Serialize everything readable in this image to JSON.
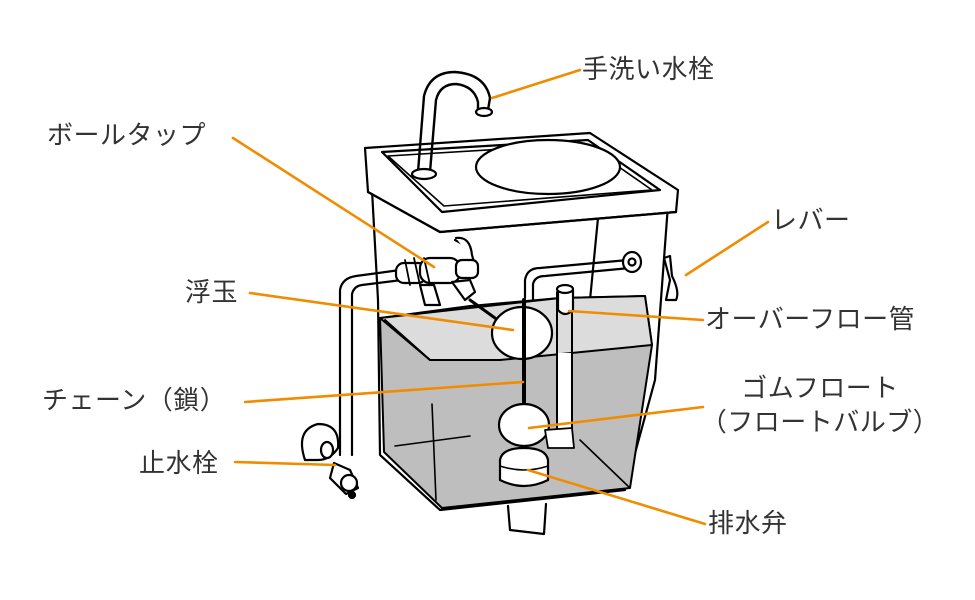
{
  "diagram": {
    "subject": "toilet tank with hand-wash faucet (cutaway)",
    "leader_color": "#F08C00",
    "text_color": "#333333",
    "water_color": "#BEBEBE",
    "water_top_color": "#DCDCDC",
    "labels": [
      {
        "id": "hand-wash-faucet",
        "text": "手洗い水栓"
      },
      {
        "id": "ball-tap",
        "text": "ボールタップ"
      },
      {
        "id": "lever",
        "text": "レバー"
      },
      {
        "id": "float-ball",
        "text": "浮玉"
      },
      {
        "id": "overflow-pipe",
        "text": "オーバーフロー管"
      },
      {
        "id": "chain",
        "text": "チェーン（鎖）"
      },
      {
        "id": "rubber-float",
        "text": "ゴムフロート",
        "subtext": "（フロートバルブ）"
      },
      {
        "id": "stop-valve",
        "text": "止水栓"
      },
      {
        "id": "drain-valve",
        "text": "排水弁"
      }
    ]
  }
}
